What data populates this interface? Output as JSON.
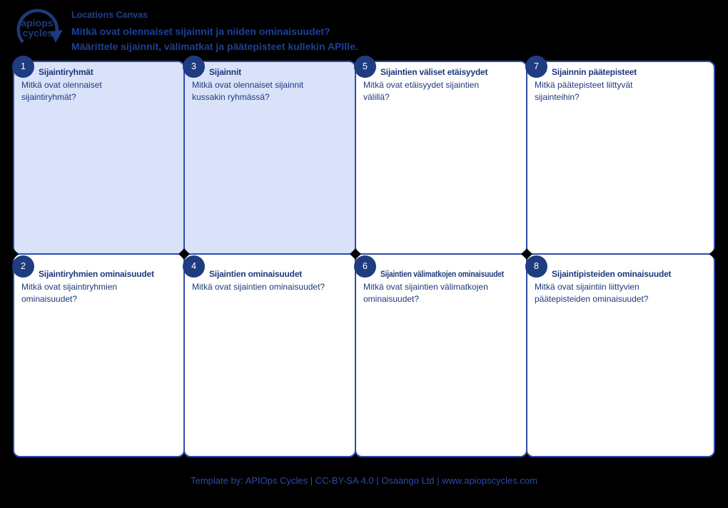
{
  "header": {
    "logo_line1": "apiops",
    "logo_line2": "cycles",
    "title": "Locations Canvas",
    "subtitle1": "Mitkä ovat olennaiset sijainnit ja niiden ominaisuudet?",
    "subtitle2": "Määrittele sijainnit, välimatkat ja päätepisteet kullekin APIlle."
  },
  "cells": [
    {
      "number": "1",
      "title": "Sijaintiryhmät",
      "desc": "Mitkä ovat olennaiset\nsijaintiryhmät?",
      "highlighted": true
    },
    {
      "number": "3",
      "title": "Sijainnit",
      "desc": "Mitkä ovat olennaiset sijainnit\nkussakin ryhmässä?",
      "highlighted": true
    },
    {
      "number": "5",
      "title": "Sijaintien väliset etäisyydet",
      "desc": "Mitkä ovat etäisyydet sijaintien\nvälillä?",
      "highlighted": false
    },
    {
      "number": "7",
      "title": "Sijainnin päätepisteet",
      "desc": "Mitkä päätepisteet liittyvät\nsijainteihin?",
      "highlighted": false
    },
    {
      "number": "2",
      "title": "Sijaintiryhmien ominaisuudet",
      "desc": "Mitkä ovat sijaintiryhmien\nominaisuudet?",
      "highlighted": false
    },
    {
      "number": "4",
      "title": "Sijaintien ominaisuudet",
      "desc": "Mitkä ovat sijaintien ominaisuudet?",
      "highlighted": false
    },
    {
      "number": "6",
      "title": "Sijaintien välimatkojen ominaisuudet",
      "desc": "Mitkä ovat sijaintien välimatkojen\nominaisuudet?",
      "highlighted": false
    },
    {
      "number": "8",
      "title": "Sijaintipisteiden ominaisuudet",
      "desc": "Mitkä ovat sijaintiin liittyvien\npäätepisteiden ominaisuudet?",
      "highlighted": false
    }
  ],
  "footer": {
    "credit": "Template by: APIOps Cycles | CC-BY-SA 4.0 | Osaango Ltd | www.apiopscycles.com"
  },
  "colors": {
    "background": "#000000",
    "text_navy": "#1e3a7c",
    "header_blue": "#1d3f95",
    "border_blue": "#2e4cac",
    "badge_navy": "#1e3c80",
    "highlight_fill": "#d9e2f8",
    "cell_fill": "#ffffff",
    "footer_blue": "#2b4aad"
  }
}
